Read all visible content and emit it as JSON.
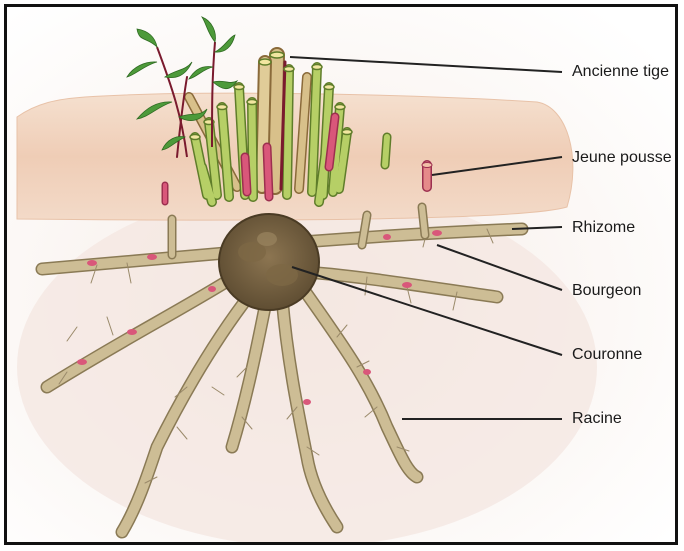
{
  "diagram": {
    "labels": {
      "old_stem": "Ancienne tige",
      "young_shoot": "Jeune pousse",
      "rhizome": "Rhizome",
      "bud": "Bourgeon",
      "crown": "Couronne",
      "root": "Racine"
    },
    "colors": {
      "soil": "#f1d2bc",
      "root": "#c9b98f",
      "root_outline": "#8a7a55",
      "crown": "#6e5a3c",
      "stem_green": "#a9c45a",
      "stem_pink": "#d9577a",
      "old_stem": "#d8c08a",
      "leaf": "#4d9a3a",
      "leader_line": "#222222"
    }
  }
}
